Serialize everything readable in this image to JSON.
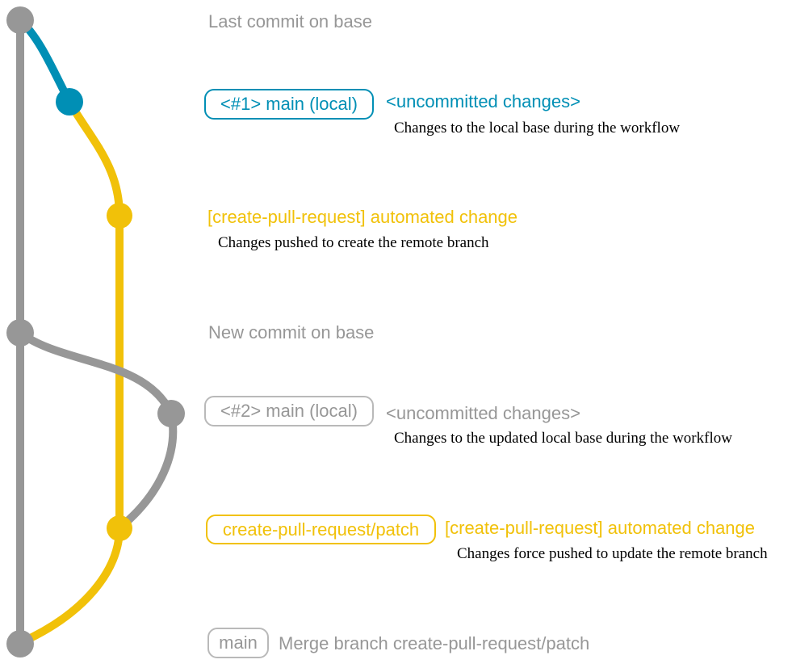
{
  "colors": {
    "base_gray": "#979797",
    "local_blue": "#008fb5",
    "branch_yellow": "#f1c109",
    "badge_border_gray": "#b9b9b9",
    "note_black": "#000000"
  },
  "labels": {
    "last_commit": "Last commit on base",
    "badge_main_local_1": "<#1> main (local)",
    "uncommitted_1": "<uncommitted changes>",
    "note_local_base": "Changes to the local base during the workflow",
    "automated_change_1": "[create-pull-request] automated change",
    "note_pushed_create": "Changes pushed to create the remote branch",
    "new_commit": "New commit on base",
    "badge_main_local_2": "<#2> main (local)",
    "uncommitted_2": "<uncommitted changes>",
    "note_updated_local_base": "Changes to the updated local base during the workflow",
    "badge_patch_branch": "create-pull-request/patch",
    "automated_change_2": "[create-pull-request] automated change",
    "note_force_pushed": "Changes force pushed to update the remote branch",
    "badge_main": "main",
    "merge_message": "Merge branch create-pull-request/patch"
  },
  "graph": {
    "nodes": [
      {
        "name": "last-commit-on-base",
        "color": "base_gray"
      },
      {
        "name": "local-main-commit-1",
        "color": "local_blue"
      },
      {
        "name": "patch-branch-commit-1",
        "color": "branch_yellow"
      },
      {
        "name": "new-commit-on-base",
        "color": "base_gray"
      },
      {
        "name": "local-main-commit-2",
        "color": "base_gray"
      },
      {
        "name": "patch-branch-commit-2",
        "color": "branch_yellow"
      },
      {
        "name": "merge-commit",
        "color": "base_gray"
      }
    ]
  }
}
